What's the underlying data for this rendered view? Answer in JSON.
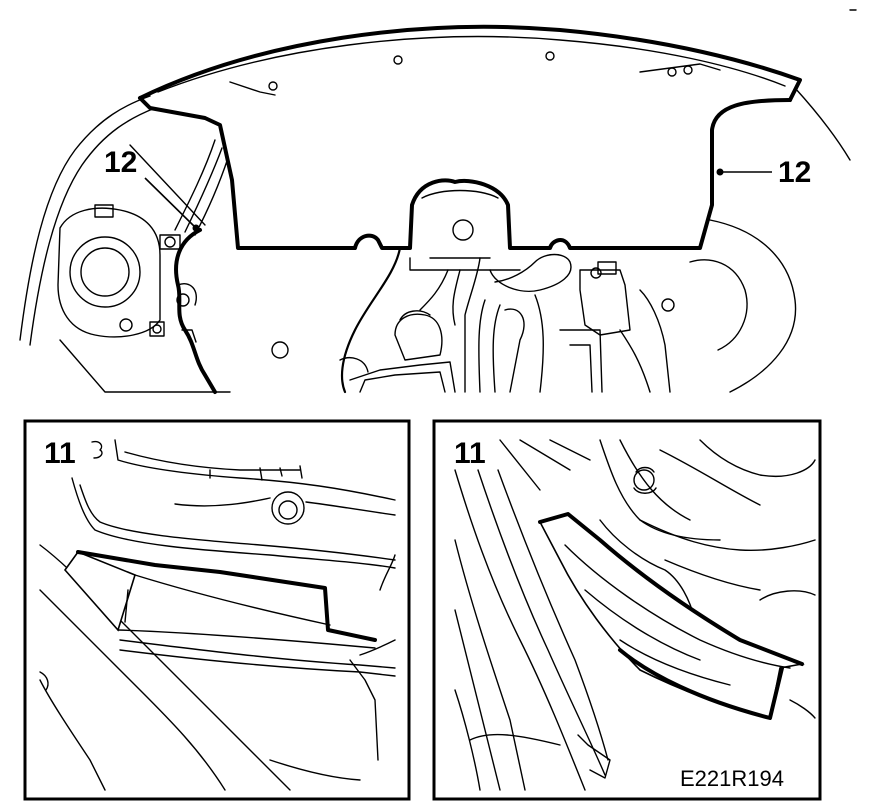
{
  "diagram": {
    "top_view": {
      "callout_left": "12",
      "callout_right": "12"
    },
    "detail_left": {
      "callout": "11"
    },
    "detail_right": {
      "callout": "11"
    },
    "figure_code": "E221R194"
  }
}
